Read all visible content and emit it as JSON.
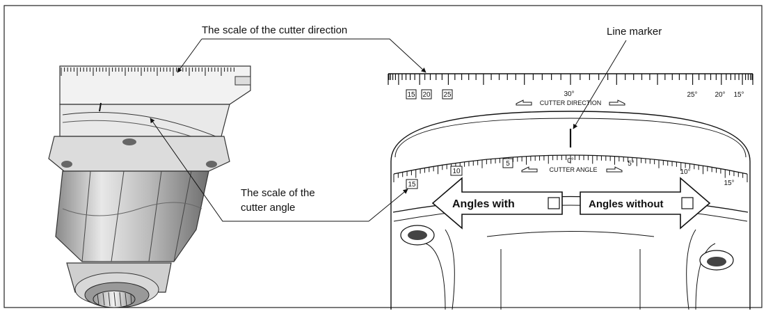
{
  "labels": {
    "cutter_direction_scale": "The scale of the cutter direction",
    "line_marker": "Line marker",
    "cutter_angle_scale_line1": "The scale of the",
    "cutter_angle_scale_line2": "cutter angle"
  },
  "direction_scale": {
    "caption": "CUTTER DIRECTION",
    "center_label": "30°",
    "left_boxed": [
      "15",
      "20",
      "25"
    ],
    "right_labels": [
      "25°",
      "20°",
      "15°"
    ]
  },
  "angle_scale": {
    "caption": "CUTTER ANGLE",
    "center_label": "0°",
    "left_boxed": [
      "5",
      "10",
      "15"
    ],
    "right_labels": [
      "5°",
      "10°",
      "15°"
    ]
  },
  "arrows": {
    "left": "Angles with",
    "right": "Angles without"
  }
}
